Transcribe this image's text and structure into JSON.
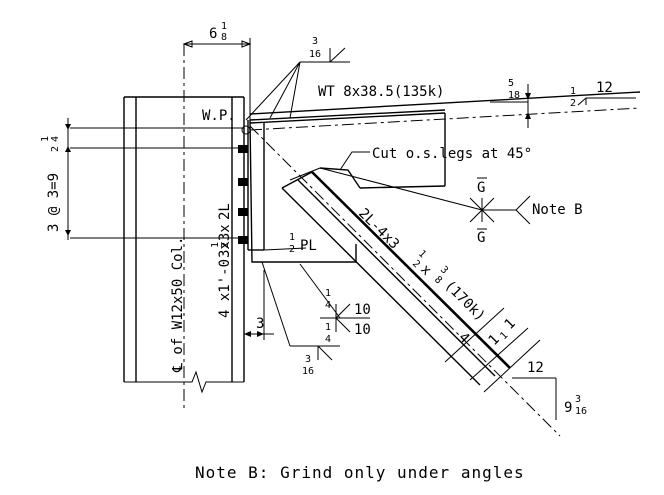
{
  "labels": {
    "top_dim_whole": "6",
    "top_dim_num": "1",
    "top_dim_den": "8",
    "weld_top_num": "3",
    "weld_top_den": "16",
    "wt_member": "WT 8x38.5(135k)",
    "slope_frac_num": "5",
    "slope_frac_den": "18",
    "slope_half_num": "1",
    "slope_half_den": "2",
    "slope_12_top": "12",
    "wp": "W.P.",
    "cut_note": "Cut o.s.legs at 45°",
    "g_top": "G",
    "g_bottom": "G",
    "note_b_tag": "Note B",
    "pl_num": "1",
    "pl_den": "2",
    "pl_label": "PL",
    "vert_dim": "3 @ 3=9",
    "vert_dim_num": "1",
    "vert_dim_den": "4",
    "vert_dim_prefix": "2",
    "angle_whole": "2L",
    "angle_num": "1",
    "angle_den": "2",
    "angle_rest": "3x3x",
    "angle_tail": "4 x1'-0",
    "column_label": "℄ of W12x50 Col.",
    "dim_3": "3",
    "weld_bottom_num": "3",
    "weld_bottom_den": "16",
    "weld_mid_num": "1",
    "weld_mid_den": "4",
    "weld_mid_num2": "1",
    "weld_mid_den2": "4",
    "weld_10a": "10",
    "weld_10b": "10",
    "diag_member": "2L-4x3",
    "diag_num": "1",
    "diag_den": "2",
    "diag_x": "x",
    "diag_num2": "3",
    "diag_den2": "8",
    "diag_load": "(170k)",
    "dim_4": "4",
    "dim_11": "1",
    "dim_11b": "1",
    "dim_11_num": "1",
    "dim_11_den": "2",
    "slope_12_bottom": "12",
    "slope_9_whole": "9",
    "slope_9_num": "3",
    "slope_9_den": "16",
    "note_b": "Note B: Grind only under angles"
  }
}
